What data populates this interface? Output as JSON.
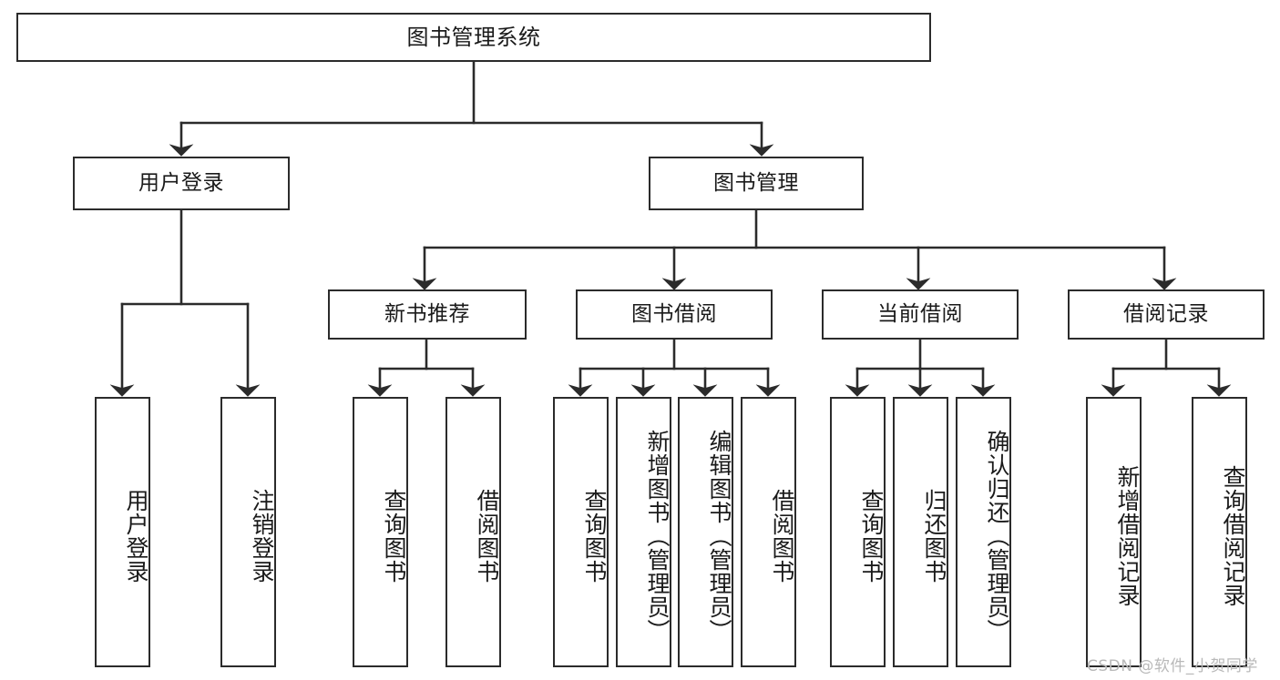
{
  "diagram": {
    "title": "图书管理系统",
    "watermark": "CSDN @软件_小贺同学",
    "colors": {
      "stroke": "#2b2b2b",
      "fill": "#ffffff",
      "text": "#1a1a1a",
      "watermark": "#b9b9b9"
    },
    "levels": {
      "root": {
        "label": "图书管理系统"
      },
      "level2": [
        {
          "id": "user-login",
          "label": "用户登录"
        },
        {
          "id": "book-management",
          "label": "图书管理"
        }
      ],
      "level3": [
        {
          "id": "new-book-recommend",
          "label": "新书推荐",
          "parent": "book-management"
        },
        {
          "id": "book-borrow",
          "label": "图书借阅",
          "parent": "book-management"
        },
        {
          "id": "current-borrow",
          "label": "当前借阅",
          "parent": "book-management"
        },
        {
          "id": "borrow-record",
          "label": "借阅记录",
          "parent": "book-management"
        }
      ],
      "level4": [
        {
          "id": "leaf-user-login",
          "label": "用户登录",
          "parent": "user-login"
        },
        {
          "id": "leaf-logout-login",
          "label": "注销登录",
          "parent": "user-login"
        },
        {
          "id": "leaf-query-book-1",
          "label": "查询图书",
          "parent": "new-book-recommend"
        },
        {
          "id": "leaf-borrow-book-1",
          "label": "借阅图书",
          "parent": "new-book-recommend"
        },
        {
          "id": "leaf-query-book-2",
          "label": "查询图书",
          "parent": "book-borrow"
        },
        {
          "id": "leaf-add-book",
          "label": "新增图书（管理员）",
          "parent": "book-borrow"
        },
        {
          "id": "leaf-edit-book",
          "label": "编辑图书（管理员）",
          "parent": "book-borrow"
        },
        {
          "id": "leaf-borrow-book-2",
          "label": "借阅图书",
          "parent": "book-borrow"
        },
        {
          "id": "leaf-query-book-3",
          "label": "查询图书",
          "parent": "current-borrow"
        },
        {
          "id": "leaf-return-book",
          "label": "归还图书",
          "parent": "current-borrow"
        },
        {
          "id": "leaf-confirm-return",
          "label": "确认归还（管理员）",
          "parent": "current-borrow"
        },
        {
          "id": "leaf-add-record",
          "label": "新增借阅记录",
          "parent": "borrow-record"
        },
        {
          "id": "leaf-query-record",
          "label": "查询借阅记录",
          "parent": "borrow-record"
        }
      ]
    }
  }
}
